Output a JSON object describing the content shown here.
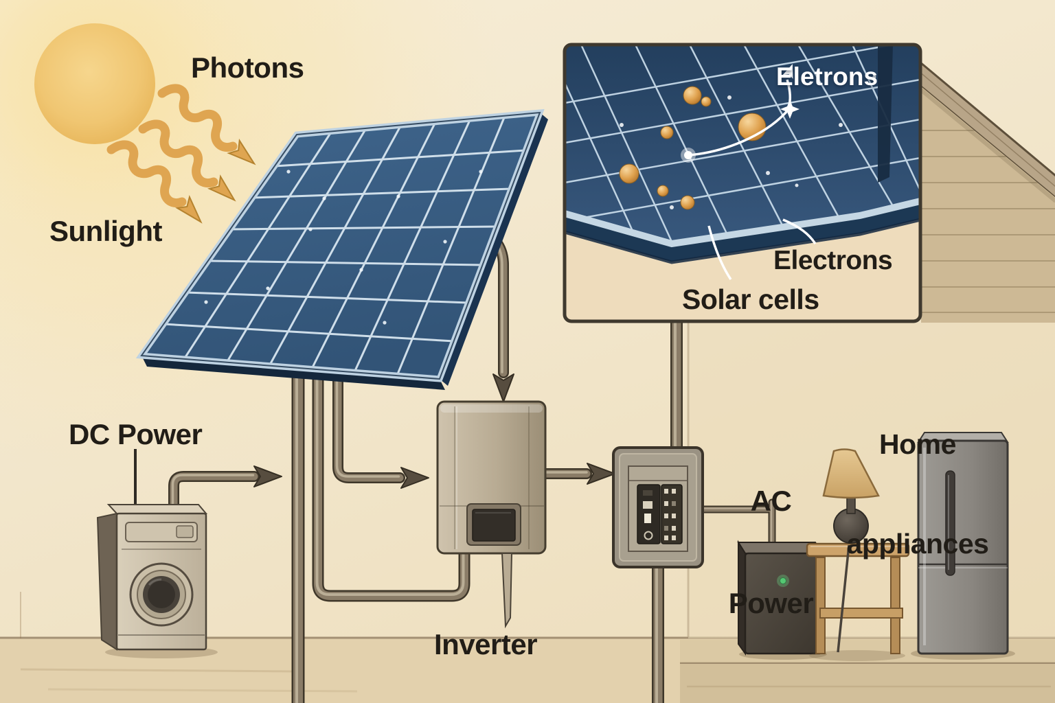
{
  "title": "Solar power system diagram",
  "labels": {
    "photons": "Photons",
    "sunlight": "Sunlight",
    "dc_power": "DC Power",
    "inverter": "Inverter",
    "ac_power_lines": [
      "AC",
      "Power"
    ],
    "home_appliances_lines": [
      "Home",
      "appliances"
    ],
    "inset": {
      "electrons_callout": "Eletrons",
      "electrons": "Electrons",
      "solar_cells": "Solar cells"
    }
  },
  "colors": {
    "background": "#f2e6cb",
    "sun": "#f2c878",
    "photon_arrow": "#dfa551",
    "panel_blue": "#3a5f85",
    "panel_frame": "#c2d4e2",
    "inset_panel_blue": "#2c4a6b",
    "electron_gold": "#dfa14e",
    "wire_brown": "#8a7c67",
    "flow_arrow": "#574d3f",
    "led_green": "#55c873",
    "wood": "#c59d66",
    "text": "#211d17",
    "callout_white": "#ffffff"
  }
}
